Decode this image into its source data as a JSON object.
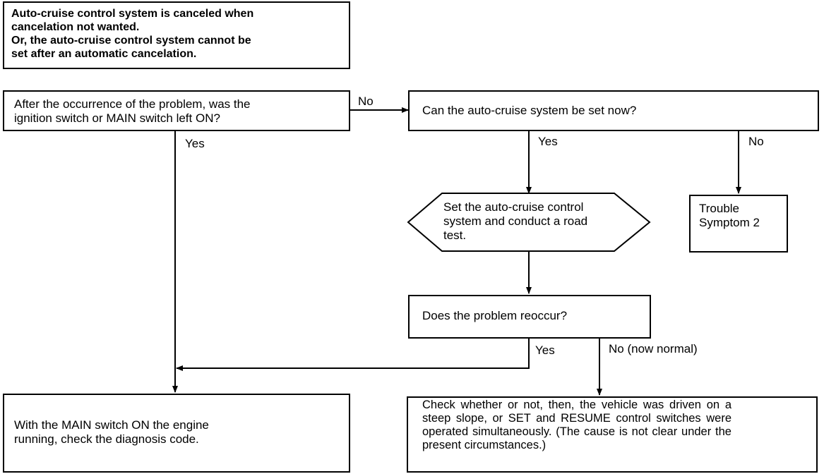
{
  "header_box": {
    "text": "Auto-cruise control system is canceled when\ncancelation not wanted.\nOr, the auto-cruise control system cannot be\nset after an automatic cancelation."
  },
  "question_ignition": {
    "text": "After the occurrence of the problem, was the\nignition switch or MAIN switch left ON?"
  },
  "question_set_now": {
    "text": "Can the auto-cruise system be set now?"
  },
  "action_road_test": {
    "text": "Set the auto-cruise control\nsystem and conduct a road\ntest."
  },
  "trouble_symptom": {
    "text": "Trouble\nSymptom 2"
  },
  "question_reoccur": {
    "text": "Does the problem reoccur?"
  },
  "action_diagnosis": {
    "text": "With the MAIN switch ON the engine\nrunning, check the diagnosis code."
  },
  "action_check": {
    "text": "Check whether or not, then, the vehicle was driven on a steep slope, or SET and RESUME control switches were operated simultaneously. (The cause is not clear under the present circumstances.)"
  },
  "labels": {
    "ignition_no": "No",
    "ignition_yes": "Yes",
    "set_now_yes": "Yes",
    "set_now_no": "No",
    "reoccur_yes": "Yes",
    "reoccur_no": "No (now normal)"
  }
}
